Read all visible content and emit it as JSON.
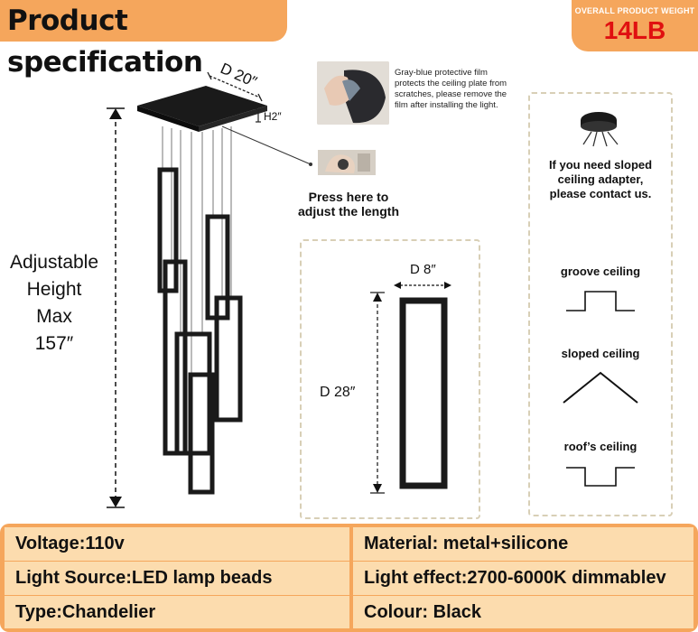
{
  "header": {
    "title": "Product specification",
    "weight_label": "OVERALL PRODUCT WEIGHT",
    "weight_value": "14LB"
  },
  "dimensions": {
    "canopy": "D 20″",
    "canopy_height": "H2″",
    "height_line1": "Adjustable",
    "height_line2": "Height",
    "height_line3": "Max",
    "height_line4": "157″",
    "frame_width": "D 8″",
    "frame_height": "D 28″"
  },
  "notes": {
    "protective_film": "Gray-blue protective film protects the ceiling plate from scratches, please remove the film after installing the light.",
    "press_line1": "Press here to",
    "press_line2": "adjust the length",
    "sloped_line1": "If you need sloped",
    "sloped_line2": "ceiling adapter,",
    "sloped_line3": "please contact us."
  },
  "ceilings": [
    "groove ceiling",
    "sloped ceiling",
    "roof’s ceiling"
  ],
  "specs": {
    "voltage": "Voltage:110v",
    "material": "Material: metal+silicone",
    "light_source": "Light Source:LED lamp beads",
    "light_effect": "Light effect:2700-6000K dimmablev",
    "type": "Type:Chandelier",
    "colour": "Colour: Black"
  },
  "colors": {
    "accent_orange": "#f5a65c",
    "spec_cell": "#fcdcae",
    "weight_red": "#e01010",
    "fixture": "#1a1a1a"
  }
}
